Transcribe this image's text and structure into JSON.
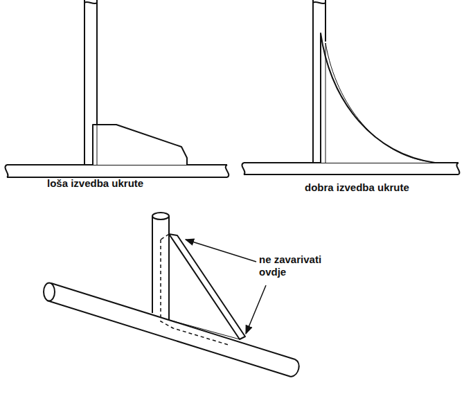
{
  "diagram": {
    "labels": [
      "loša izvedba ukrute",
      "dobra izvedba ukrute",
      "ne zavarivati ovdje"
    ]
  }
}
